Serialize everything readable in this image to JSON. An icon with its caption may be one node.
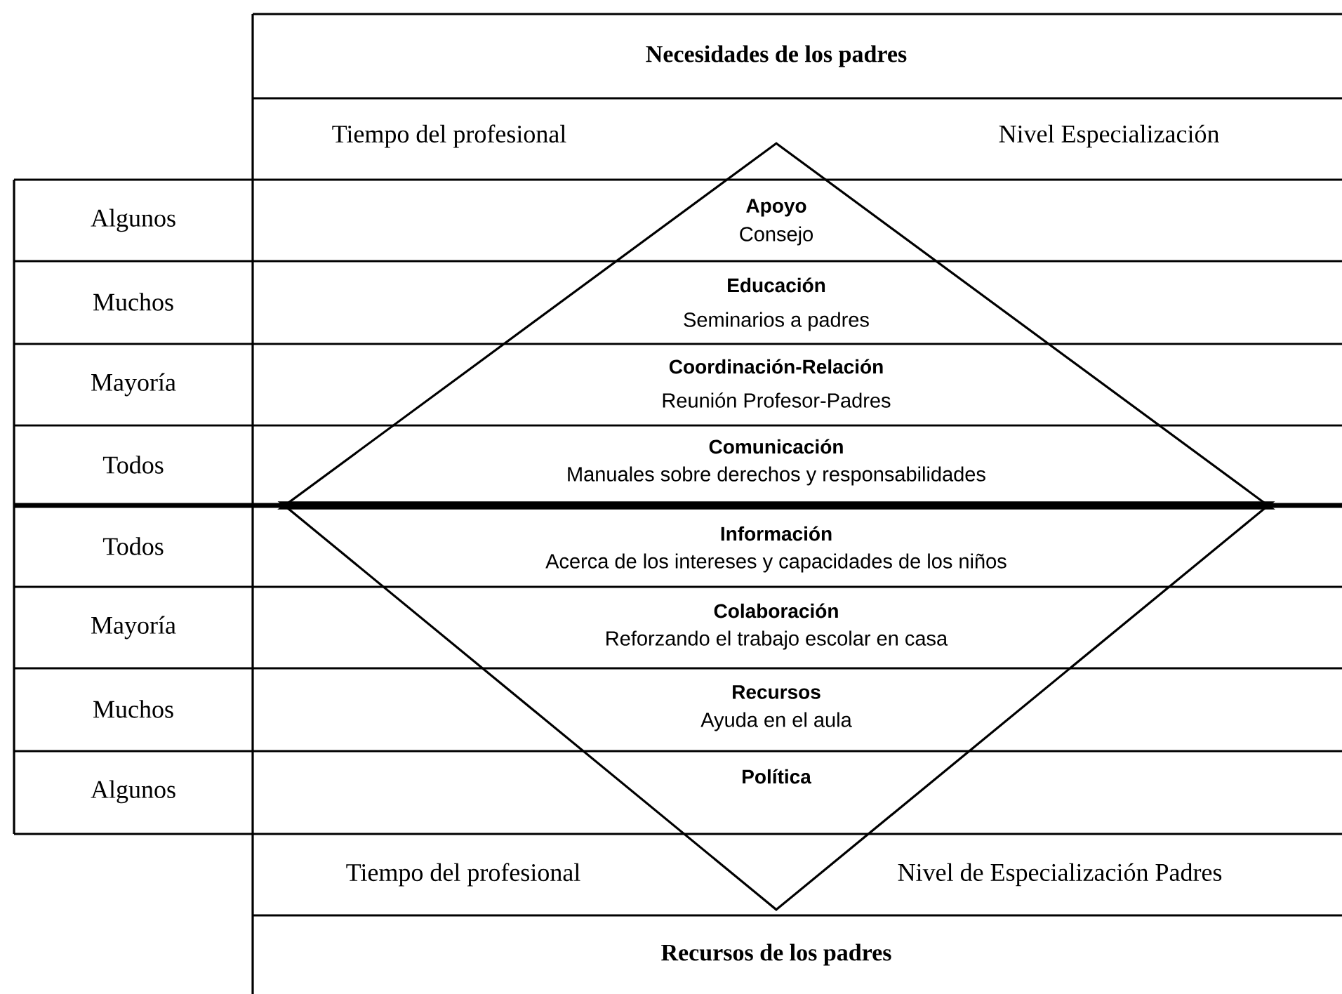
{
  "diagram": {
    "nodes": [
      {
        "text": [
          "Apoyo",
          "Consejo",
          "Educación",
          "Seminarios a padres",
          "Coordinación-Relación",
          "Reunión Profesor-Padres",
          "Comunicación",
          "Manuales sobre derechos y responsabilidades"
        ]
      },
      {
        "text": [
          "Información",
          "Acerca de los intereses y capacidades de los niños",
          "Colaboración",
          "Reforzando el trabajo escolar en casa",
          "Recursos",
          "Ayuda en el aula",
          "Política"
        ]
      }
    ],
    "labels": [
      "Necesidades de los padres",
      "Tiempo del profesional",
      "Nivel Especialización",
      "Algunos",
      "Muchos",
      "Mayoría",
      "Todos",
      "Todos",
      "Mayoría",
      "Muchos",
      "Algunos",
      "Tiempo del profesional",
      "Nivel de Especialización Padres",
      "Recursos de los padres"
    ]
  }
}
